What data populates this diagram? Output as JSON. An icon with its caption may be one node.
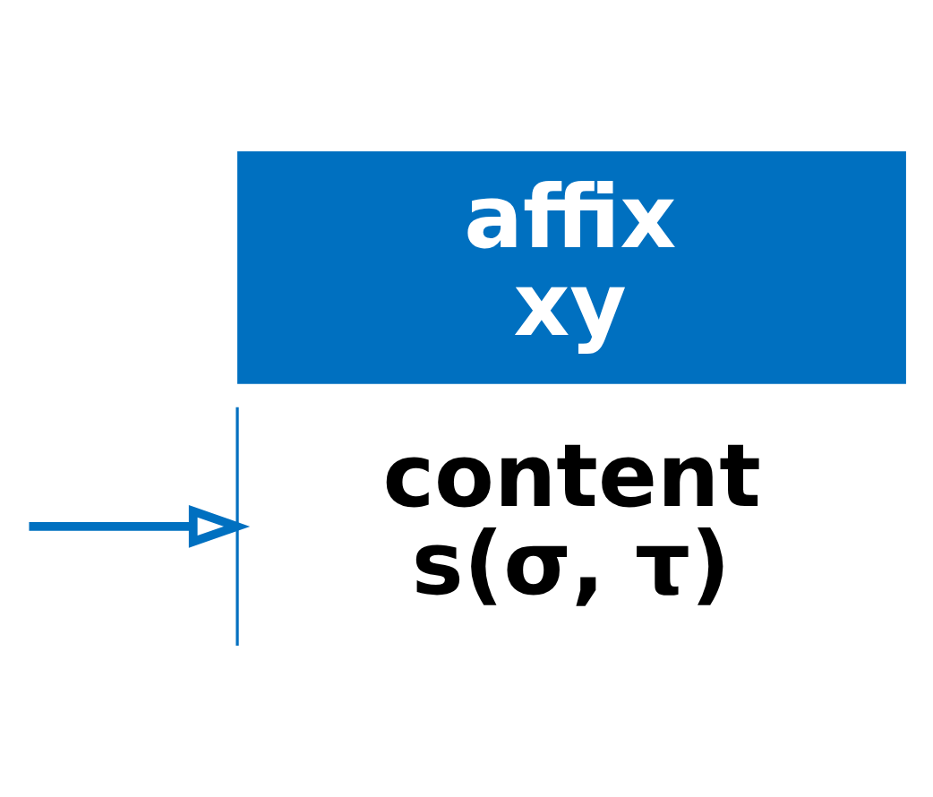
{
  "diagram": {
    "nodes": [
      {
        "text": [
          "affix xy"
        ]
      },
      {
        "text": [
          "content s(σ, τ)"
        ]
      }
    ],
    "edges": [
      {
        "from": null,
        "to": 1,
        "arrow": "to",
        "color": "#0070c0"
      }
    ]
  }
}
